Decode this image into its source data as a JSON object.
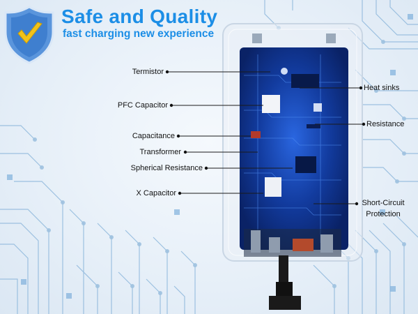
{
  "header": {
    "title": "Safe and Quality",
    "subtitle": "fast charging new experience",
    "badge_icon": "shield-check-icon"
  },
  "colors": {
    "accent": "#1c8ee6",
    "shield": "#4a88d6",
    "check": "#f2c21a",
    "board": "#0d2f8f"
  },
  "components_left": [
    {
      "label": "Termistor"
    },
    {
      "label": "PFC Capacitor"
    },
    {
      "label": "Capacitance"
    },
    {
      "label": "Transformer"
    },
    {
      "label": "Spherical Resistance"
    },
    {
      "label": "X Capacitor"
    }
  ],
  "components_right": [
    {
      "label": "Heat sinks"
    },
    {
      "label": "Resistance"
    },
    {
      "label": "Short-Circuit"
    },
    {
      "label": "Protection"
    }
  ]
}
